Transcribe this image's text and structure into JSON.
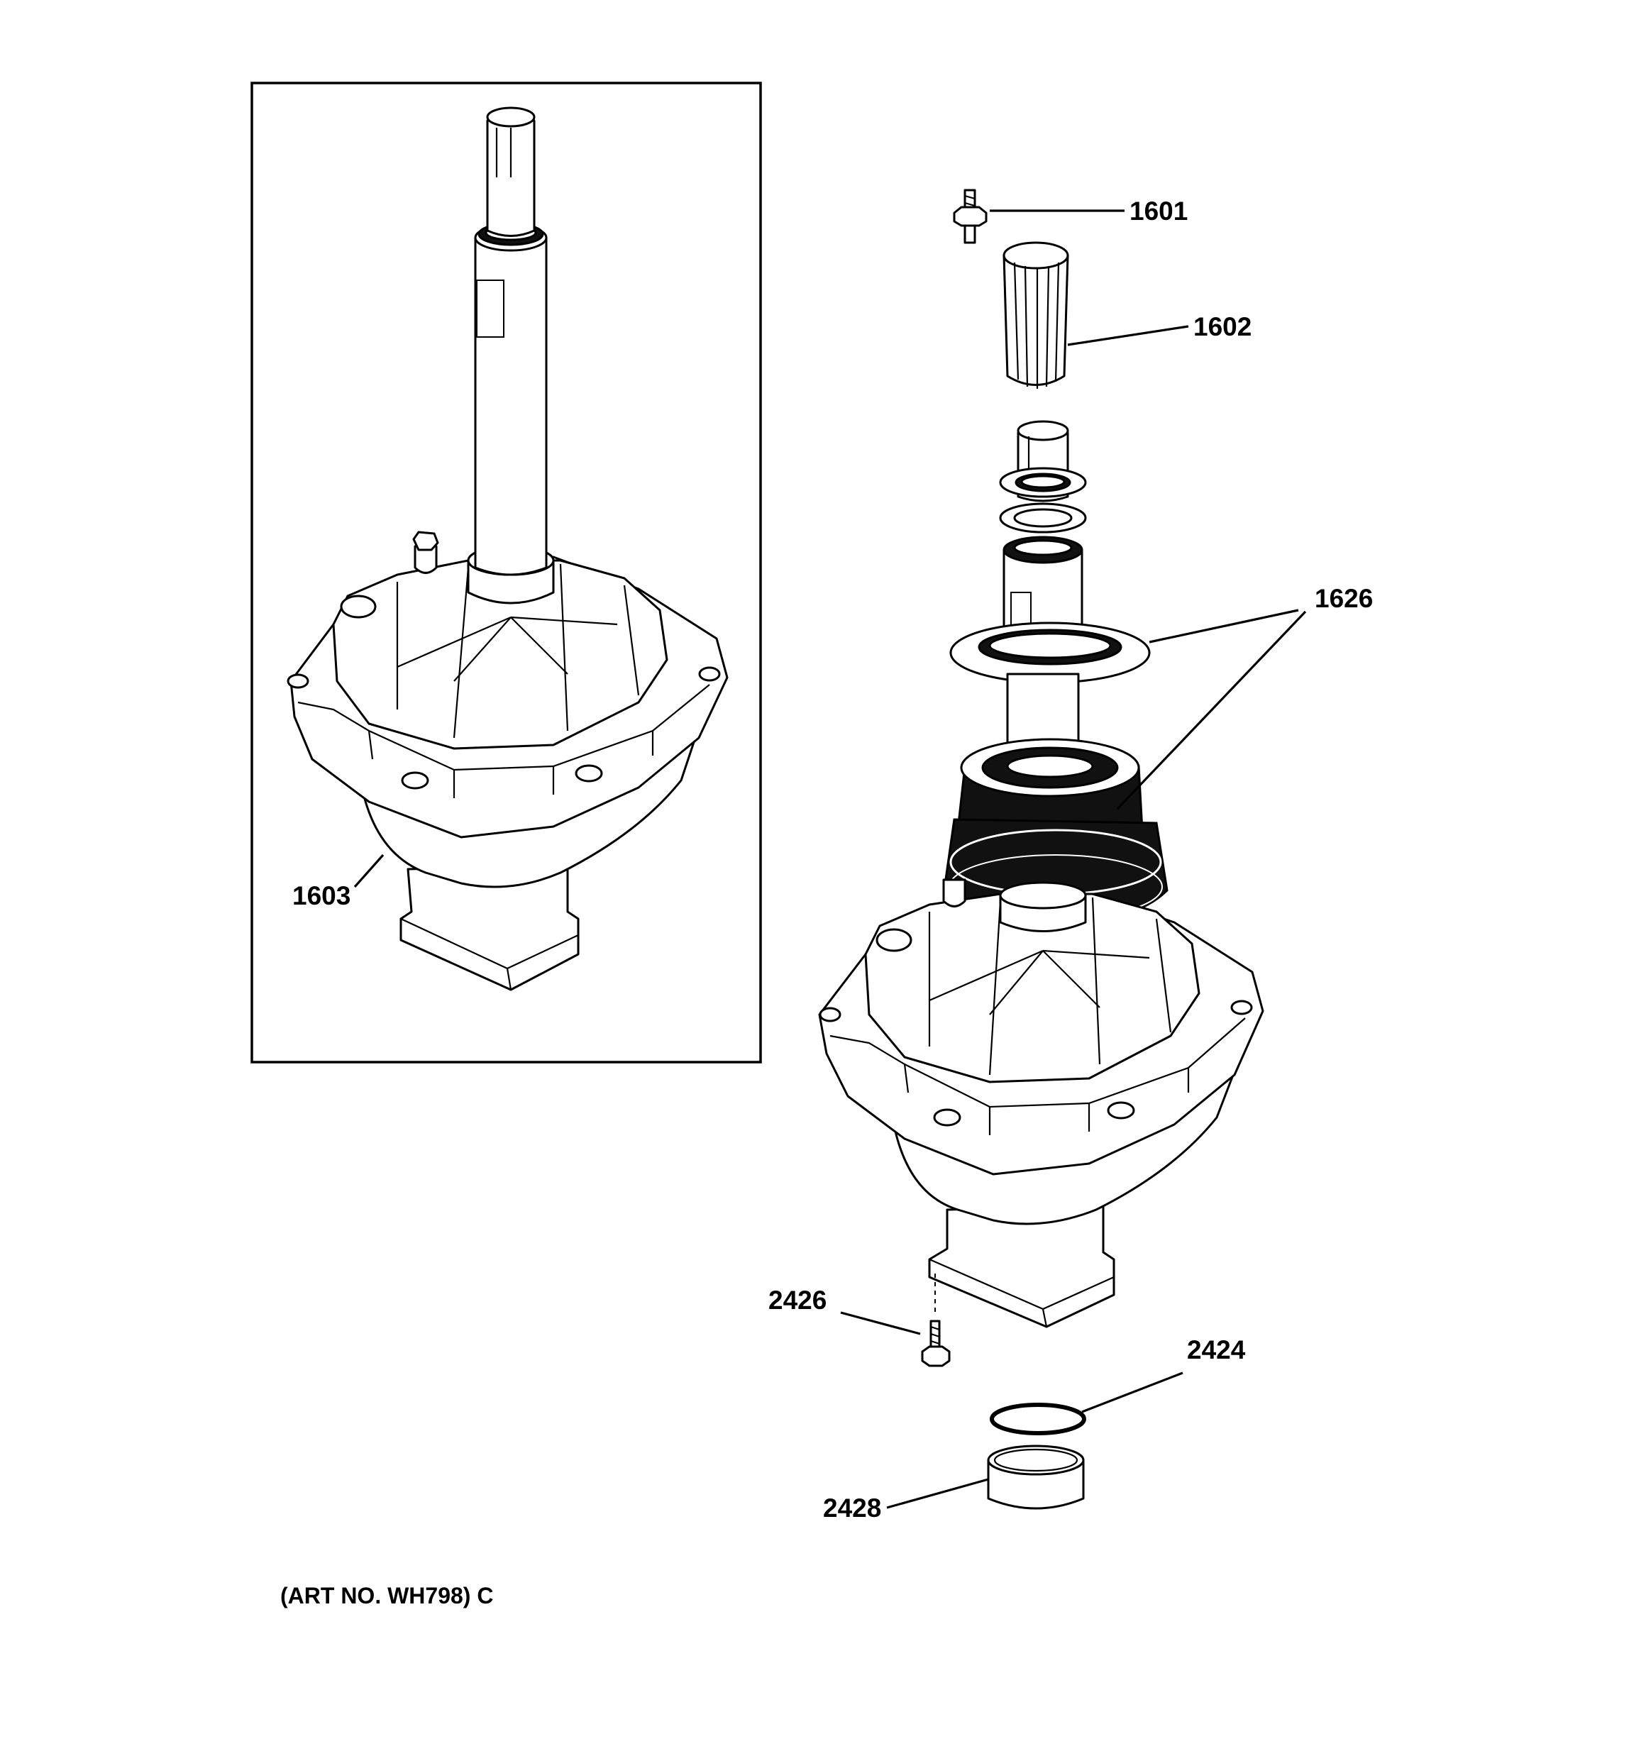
{
  "diagram": {
    "callouts": {
      "c1601": "1601",
      "c1602": "1602",
      "c1603": "1603",
      "c1626": "1626",
      "c2426": "2426",
      "c2424": "2424",
      "c2428": "2428"
    },
    "caption": "(ART NO. WH798) C"
  }
}
